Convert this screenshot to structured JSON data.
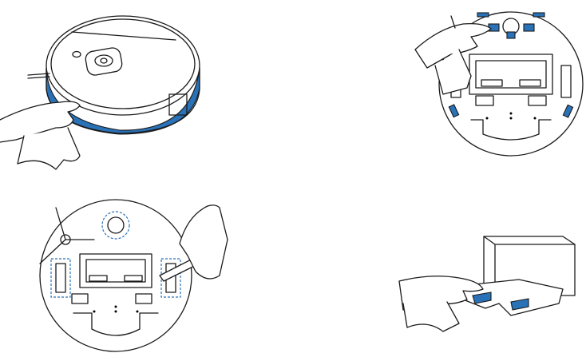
{
  "colors": {
    "accent": "#2a72b8",
    "line": "#1a1a1a",
    "background": "#ffffff"
  },
  "panels": [
    {
      "id": "clean-robot-side",
      "icons": [
        "robot-vacuum-top-icon",
        "hand-with-cloth-icon"
      ]
    },
    {
      "id": "clean-robot-bottom-sensors",
      "icons": [
        "robot-vacuum-underside-icon",
        "hand-with-cloth-icon"
      ]
    },
    {
      "id": "clean-charging-contacts",
      "icons": [
        "robot-vacuum-underside-icon",
        "side-brush-icon",
        "cleaning-tool-icon",
        "hand-icon"
      ]
    },
    {
      "id": "clean-dock-contacts",
      "icons": [
        "charging-dock-icon",
        "hand-with-cloth-icon"
      ]
    }
  ]
}
